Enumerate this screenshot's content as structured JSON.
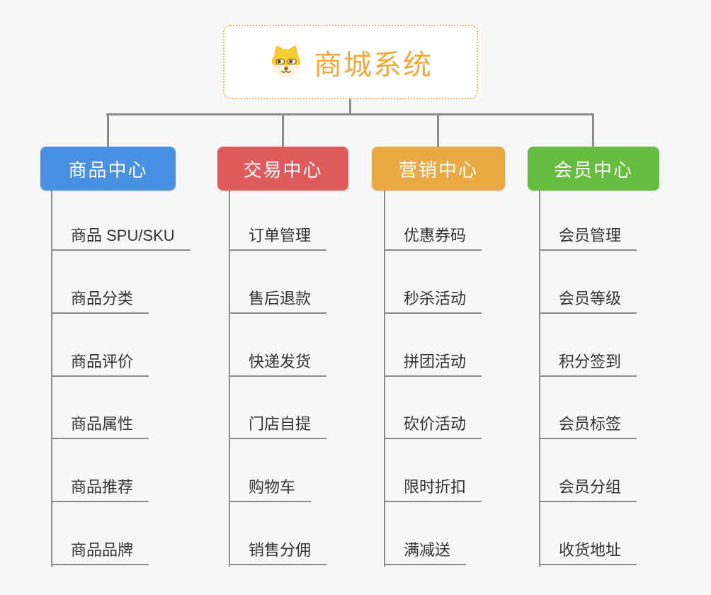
{
  "root": {
    "title": "商城系统",
    "icon": "dog-icon",
    "title_color": "#F0A93C",
    "border_color": "#F2B95C"
  },
  "connector_color": "#8C8C8C",
  "background_color": "#F7F7F7",
  "branches": [
    {
      "label": "商品中心",
      "color": "#4A90E2",
      "items": [
        "商品 SPU/SKU",
        "商品分类",
        "商品评价",
        "商品属性",
        "商品推荐",
        "商品品牌"
      ]
    },
    {
      "label": "交易中心",
      "color": "#E05B5B",
      "items": [
        "订单管理",
        "售后退款",
        "快递发货",
        "门店自提",
        "购物车",
        "销售分佣"
      ]
    },
    {
      "label": "营销中心",
      "color": "#EAAA43",
      "items": [
        "优惠券码",
        "秒杀活动",
        "拼团活动",
        "砍价活动",
        "限时折扣",
        "满减送"
      ]
    },
    {
      "label": "会员中心",
      "color": "#67BD3F",
      "items": [
        "会员管理",
        "会员等级",
        "积分签到",
        "会员标签",
        "会员分组",
        "收货地址"
      ]
    }
  ]
}
